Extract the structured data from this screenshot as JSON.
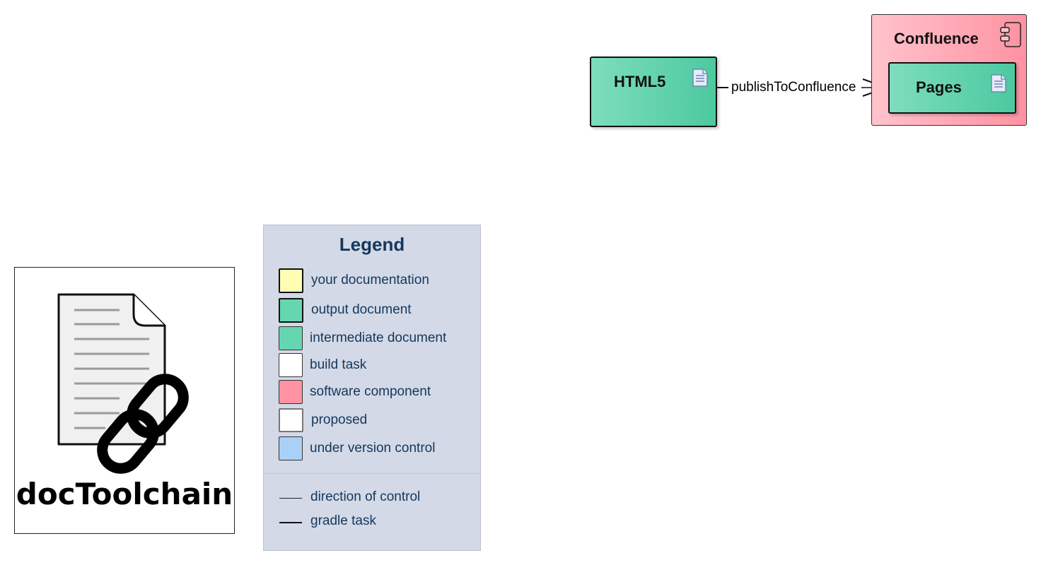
{
  "logo": {
    "title": "docToolchain",
    "icon": "document-chain-icon"
  },
  "legend": {
    "title": "Legend",
    "items": [
      {
        "label": "your documentation",
        "color": "#fffdb3",
        "style": "thick"
      },
      {
        "label": "output document",
        "color": "#66d6b0",
        "style": "thick"
      },
      {
        "label": "intermediate document",
        "color": "#66d6b0",
        "style": "thin"
      },
      {
        "label": "build task",
        "color": "#ffffff",
        "style": "thin"
      },
      {
        "label": "software component",
        "color": "#ff93a1",
        "style": "thin"
      },
      {
        "label": "proposed",
        "color": "#ffffff",
        "style": "proposed"
      },
      {
        "label": "under version control",
        "color": "#a9d1f7",
        "style": "thin"
      }
    ],
    "lines": [
      {
        "label": "direction of control",
        "weight": "thin"
      },
      {
        "label": "gradle task",
        "weight": "thick"
      }
    ]
  },
  "diagram": {
    "html5": {
      "label": "HTML5",
      "icon": "document-icon"
    },
    "confluence": {
      "label": "Confluence",
      "icon": "component-icon"
    },
    "pages": {
      "label": "Pages",
      "icon": "document-icon"
    },
    "edge": {
      "label": "publishToConfluence"
    }
  }
}
